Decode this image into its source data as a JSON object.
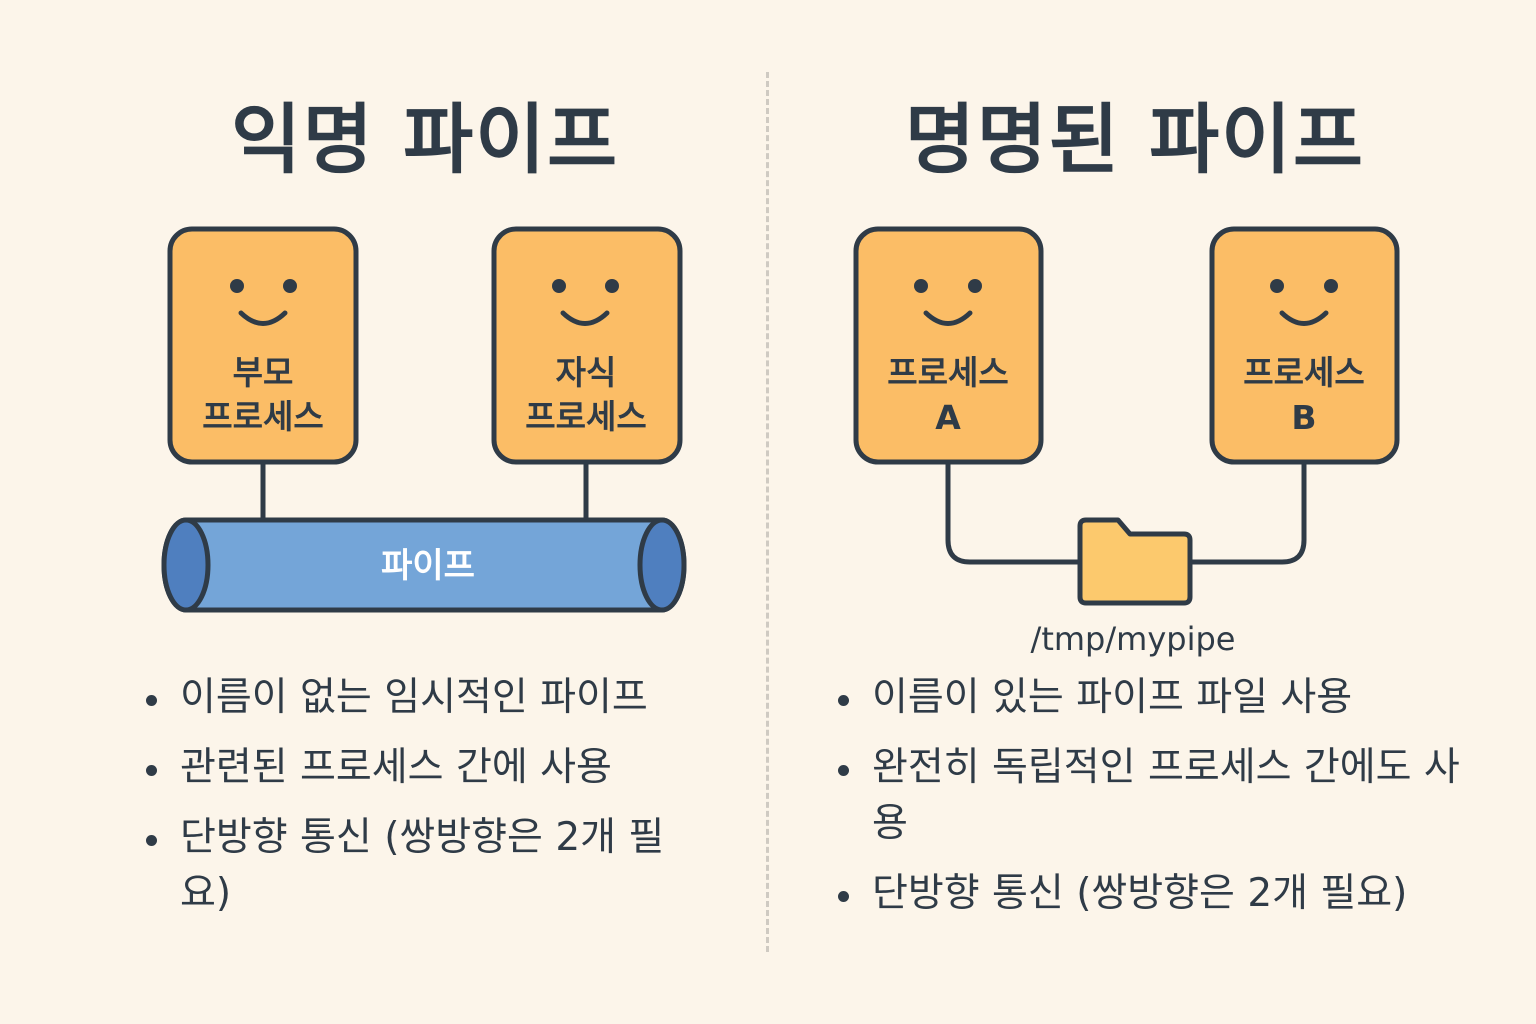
{
  "left": {
    "title": "익명 파이프",
    "parent_label_line1": "부모",
    "parent_label_line2": "프로세스",
    "child_label_line1": "자식",
    "child_label_line2": "프로세스",
    "pipe_label": "파이프",
    "bullets": [
      "이름이 없는 임시적인 파이프",
      "관련된 프로세스 간에 사용",
      "단방향 통신 (쌍방향은 2개 필요)"
    ]
  },
  "right": {
    "title": "명명된 파이프",
    "process_a_line1": "프로세스",
    "process_a_line2": "A",
    "process_b_line1": "프로세스",
    "process_b_line2": "B",
    "file_path": "/tmp/mypipe",
    "bullets": [
      "이름이 있는 파이프 파일 사용",
      "완전히 독립적인 프로세스 간에도 사용",
      "단방향 통신 (쌍방향은 2개 필요)"
    ]
  },
  "colors": {
    "background": "#fcf5ea",
    "process_box": "#fbbd66",
    "outline": "#2f3b47",
    "pipe_body": "#74a5d8",
    "pipe_end": "#4f7fbf",
    "folder": "#fcc96d"
  },
  "icons": {
    "face": "smiley-face-icon",
    "folder": "folder-icon"
  }
}
